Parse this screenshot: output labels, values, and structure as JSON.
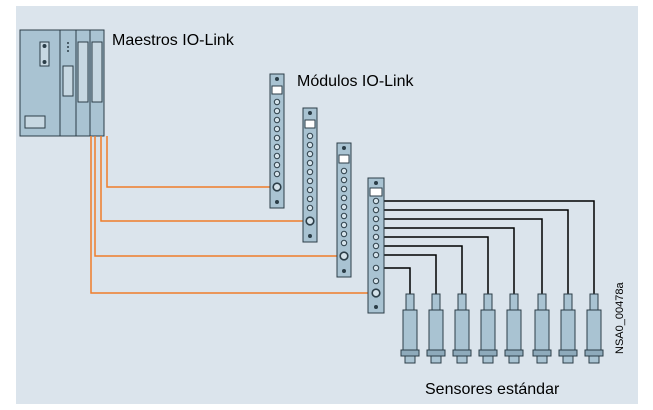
{
  "labels": {
    "masters": "Maestros IO-Link",
    "modules": "Módulos IO-Link",
    "sensors": "Sensores estándar",
    "code": "NSA0_00478a"
  },
  "colors": {
    "background": "#dbe4ec",
    "device_fill": "#a9c3d2",
    "device_stroke": "#2c3e48",
    "io_link_cable": "#f07d2a",
    "sensor_cable": "#000000"
  },
  "components": {
    "master_count": 1,
    "module_count": 4,
    "sensor_count": 8
  }
}
